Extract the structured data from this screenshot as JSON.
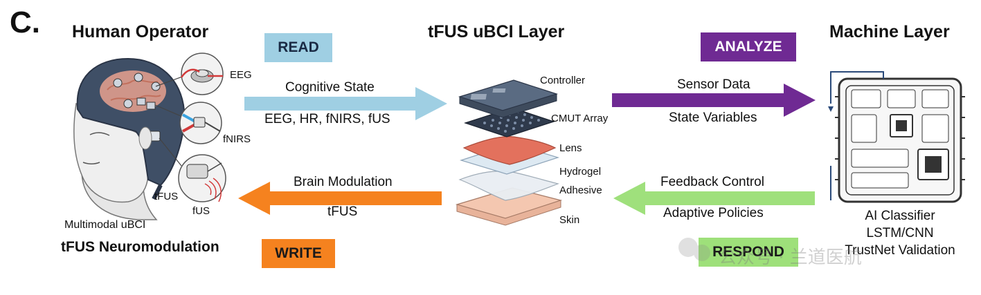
{
  "panel": {
    "letter": "C."
  },
  "human": {
    "title": "Human Operator",
    "callouts": {
      "eeg": "EEG",
      "fnirs": "fNIRS",
      "tfus": "tFUS",
      "fus": "fUS"
    },
    "device_label": "Multimodal uBCI",
    "bottom_label": "tFUS Neuromodulation"
  },
  "middle": {
    "title": "tFUS uBCI Layer",
    "layers": [
      "Controller",
      "CMUT Array",
      "Lens",
      "Hydrogel",
      "Adhesive",
      "Skin"
    ]
  },
  "machine": {
    "title": "Machine Layer",
    "lines": [
      "AI Classifier",
      "LSTM/CNN",
      "TrustNet Validation"
    ]
  },
  "tags": {
    "read": "READ",
    "write": "WRITE",
    "analyze": "ANALYZE",
    "respond": "RESPOND"
  },
  "arrows": {
    "read": {
      "line1": "Cognitive State",
      "line2": "EEG, HR, fNIRS, fUS"
    },
    "write": {
      "line1": "Brain Modulation",
      "line2": "tFUS"
    },
    "analyze": {
      "line1": "Sensor Data",
      "line2": "State Variables"
    },
    "respond": {
      "line1": "Feedback Control",
      "line2": "Adaptive Policies"
    }
  },
  "watermark": {
    "text": "公众号 · 兰道医航"
  },
  "colors": {
    "read": "#9fcfe3",
    "write": "#f5821f",
    "analyze": "#6f2a93",
    "respond": "#9ee07a",
    "arrow_blue": "#9fcfe3",
    "arrow_orange": "#f5821f",
    "arrow_purple": "#6f2a93",
    "arrow_green": "#9fe07c"
  }
}
